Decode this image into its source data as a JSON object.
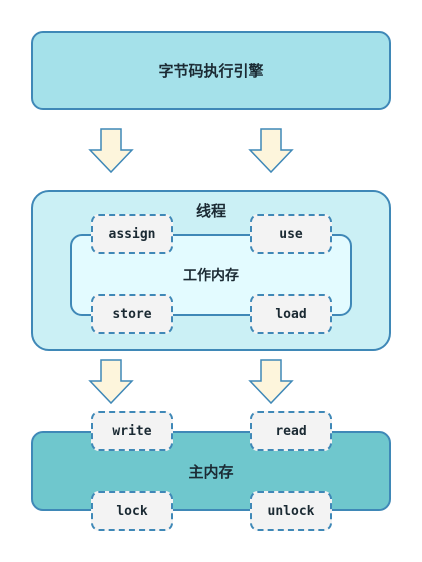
{
  "engine_label": "字节码执行引擎",
  "thread_label": "线程",
  "work_memory_label": "工作内存",
  "main_memory_label": "主内存",
  "operations": {
    "assign": "assign",
    "use": "use",
    "store": "store",
    "load": "load",
    "write": "write",
    "read": "read",
    "lock": "lock",
    "unlock": "unlock"
  },
  "colors": {
    "border": "#3f88b7",
    "engine_fill": "#a5e1ea",
    "thread_fill": "#cbf0f5",
    "work_memory_fill": "#e3fbff",
    "main_memory_fill": "#6fc7cd",
    "op_fill": "#f3f3f3",
    "arrow_fill": "#fdf5dc"
  }
}
